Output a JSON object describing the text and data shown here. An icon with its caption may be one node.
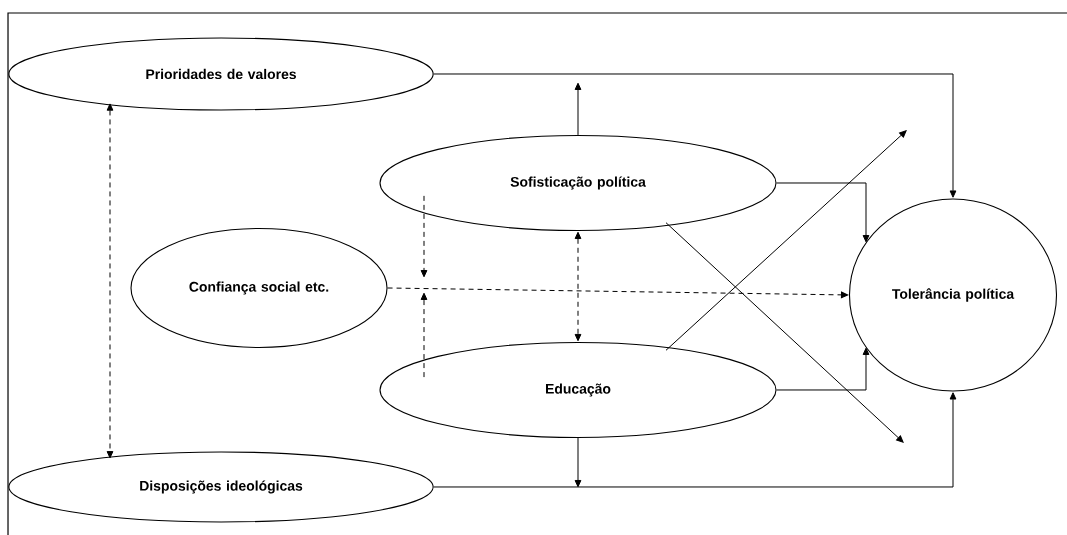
{
  "diagram": {
    "nodes": [
      {
        "text": [
          "Prioridades de valores"
        ]
      },
      {
        "text": [
          "Sofisticação política"
        ]
      },
      {
        "text": [
          "Confiança social etc."
        ]
      },
      {
        "text": [
          "Tolerância política"
        ]
      },
      {
        "text": [
          "Educação"
        ]
      },
      {
        "text": [
          "Disposições ideológicas"
        ]
      }
    ],
    "edges": [
      {
        "from": 0,
        "to": 3,
        "arrow": "to"
      },
      {
        "from": 1,
        "to": 3,
        "arrow": "to"
      },
      {
        "from": 4,
        "to": 3,
        "arrow": "to"
      },
      {
        "from": 5,
        "to": 3,
        "arrow": "to"
      },
      {
        "from": 2,
        "to": 3,
        "arrow": "to",
        "style": "dashed"
      },
      {
        "from": 0,
        "to": 5,
        "arrow": "both",
        "style": "dashed"
      },
      {
        "from": 1,
        "to": 4,
        "arrow": "both",
        "style": "dashed"
      },
      {
        "from": 1,
        "to": null,
        "arrow": "to",
        "style": "dashed"
      },
      {
        "from": 4,
        "to": null,
        "arrow": "to",
        "style": "dashed"
      },
      {
        "from": 1,
        "to": null,
        "arrow": "to"
      },
      {
        "from": 4,
        "to": null,
        "arrow": "to"
      },
      {
        "from": 1,
        "to": null,
        "arrow": "to"
      },
      {
        "from": 4,
        "to": null,
        "arrow": "to"
      }
    ]
  }
}
